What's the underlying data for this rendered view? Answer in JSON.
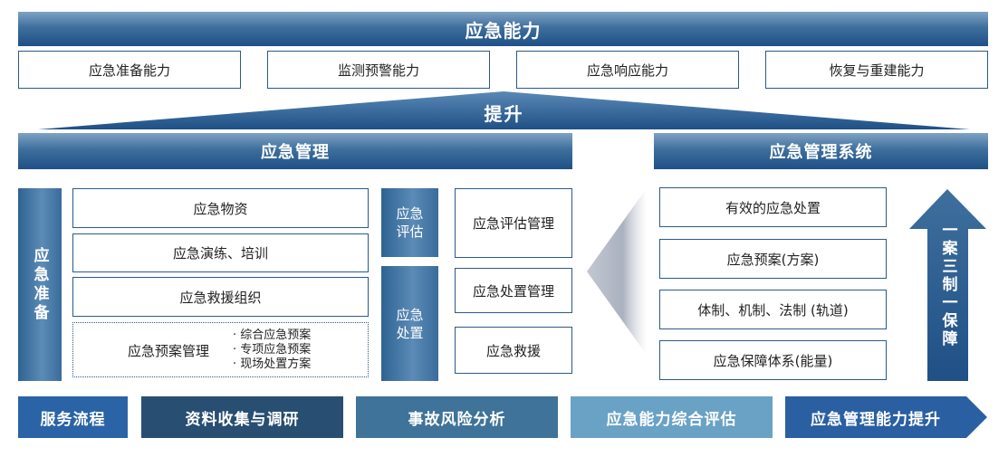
{
  "top": {
    "title": "应急能力",
    "capabilities": [
      "应急准备能力",
      "监测预警能力",
      "应急响应能力",
      "恢复与重建能力"
    ],
    "upgrade_label": "提升"
  },
  "management": {
    "title": "应急管理",
    "prep_label": "应急准备",
    "prep_items": [
      "应急物资",
      "应急演练、培训",
      "应急救援组织"
    ],
    "plan": {
      "label": "应急预案管理",
      "subitems": [
        "综合应急预案",
        "专项应急预案",
        "现场处置方案"
      ]
    },
    "eval_label": [
      "应急",
      "评估"
    ],
    "handle_label": [
      "应急",
      "处置"
    ],
    "right_items": [
      "应急评估管理",
      "应急处置管理",
      "应急救援"
    ]
  },
  "system": {
    "title": "应急管理系统",
    "items": [
      "有效的应急处置",
      "应急预案(方案)",
      "体制、机制、法制 (轨道)",
      "应急保障体系(能量)"
    ],
    "arrow_label": "一案三制一保障"
  },
  "process": {
    "steps": [
      "服务流程",
      "资料收集与调研",
      "事故风险分析",
      "应急能力综合评估",
      "应急管理能力提升"
    ],
    "colors": [
      "#2a64a6",
      "#284e72",
      "#3f7399",
      "#6aa2c6",
      "#2a5fa2"
    ]
  }
}
